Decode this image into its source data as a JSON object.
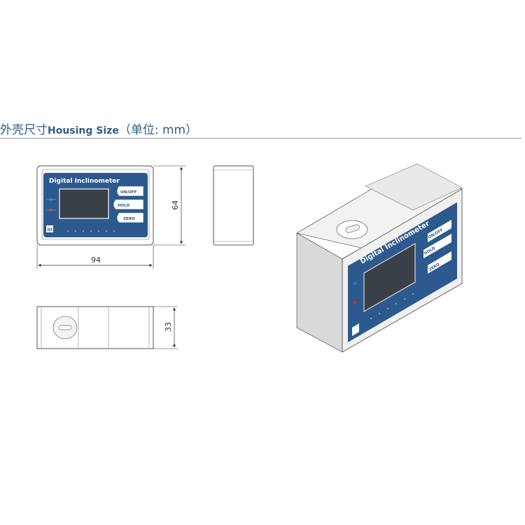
{
  "header": {
    "title_cn": "外壳尺寸",
    "title_en": "Housing Size",
    "title_unit": "（单位: mm）"
  },
  "device": {
    "name": "Digital Inclinometer",
    "buttons": [
      "ON/OFF",
      "HOLD",
      "ZERO"
    ],
    "logo": "III"
  },
  "dimensions": {
    "width": "94",
    "height": "64",
    "depth": "33"
  },
  "colors": {
    "panel_blue": "#2c5a8f",
    "screen_dark": "#3a4048",
    "title_blue": "#2f5d8a",
    "led_blue": "#2f6fc1",
    "led_red": "#c0392b"
  }
}
